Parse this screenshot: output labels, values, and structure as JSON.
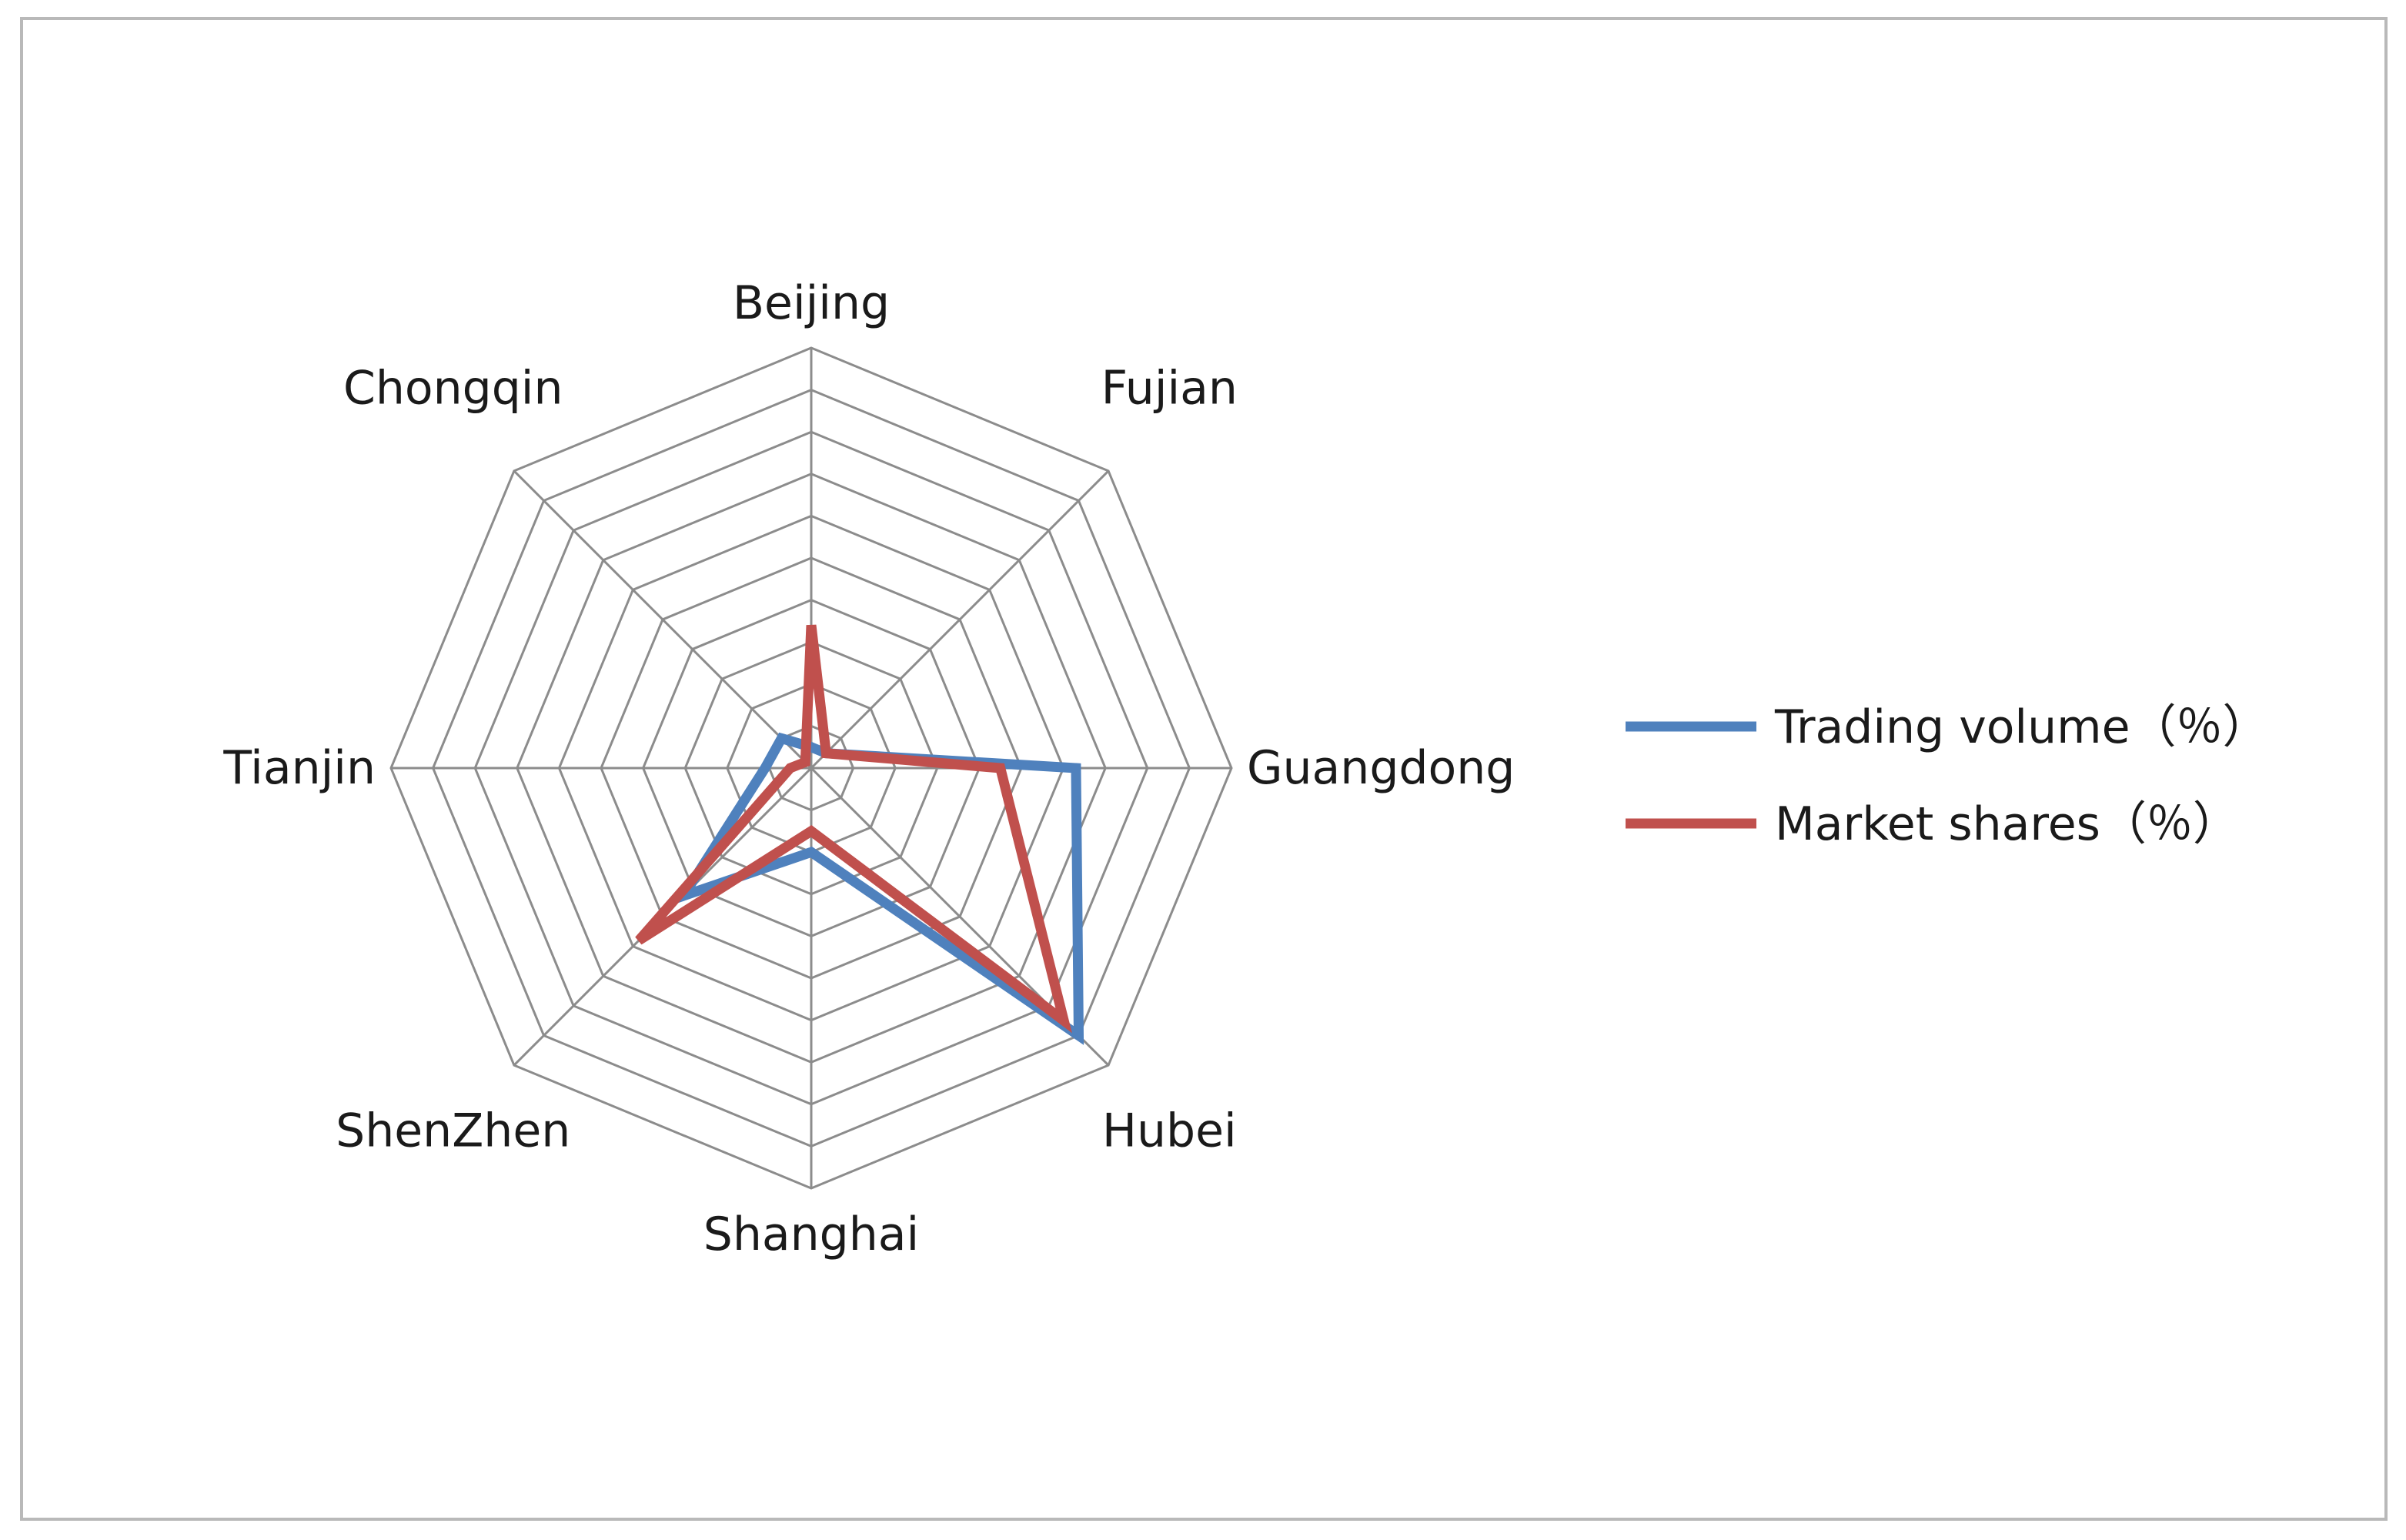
{
  "chart_data": {
    "type": "radar",
    "categories": [
      "Beijing",
      "Fujian",
      "Guangdong",
      "Hubei",
      "Shanghai",
      "ShenZhen",
      "Tianjin",
      "Chongqin"
    ],
    "series": [
      {
        "name": "Trading volume（％）",
        "color": "#4f81bd",
        "values": [
          0.5,
          0.5,
          6.3,
          9.0,
          2.0,
          4.3,
          1.1,
          1.0
        ]
      },
      {
        "name": "Market shares（％）",
        "color": "#c0504d",
        "values": [
          3.4,
          0.5,
          4.5,
          8.5,
          1.5,
          5.8,
          0.5,
          0.2
        ]
      }
    ],
    "rlim": [
      0,
      10
    ],
    "grid_rings": 10,
    "grid": true,
    "legend_position": "right"
  }
}
